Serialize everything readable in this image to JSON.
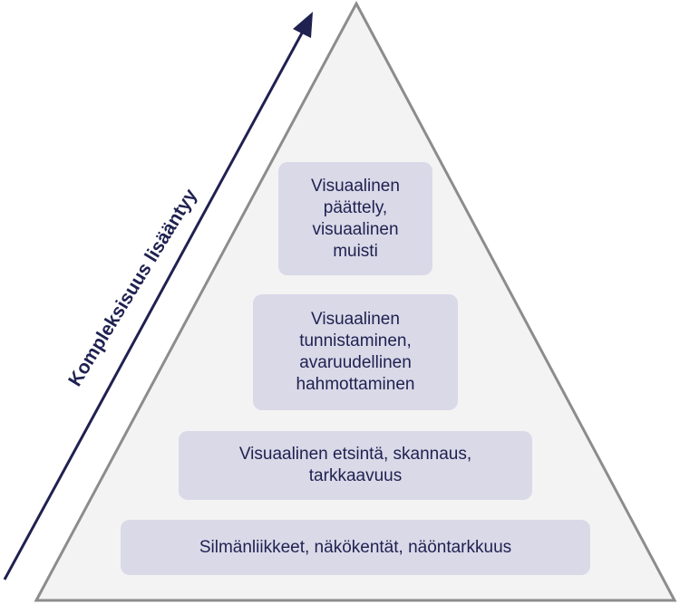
{
  "diagram": {
    "arrow_label": "Kompleksisuus lisääntyy",
    "levels": [
      {
        "text": "Silmänliikkeet, näkökentät, näöntarkkuus"
      },
      {
        "text": "Visuaalinen etsintä, skannaus,\ntarkkaavuus"
      },
      {
        "text": "Visuaalinen\ntunnistaminen,\navaruudellinen\nhahmottaminen"
      },
      {
        "text": "Visuaalinen\npäättely,\nvisuaalinen\nmuisti"
      }
    ],
    "colors": {
      "pyramid_fill": "#f3f3f3",
      "pyramid_stroke": "#8c8c8c",
      "box_fill": "#d9d9e8",
      "text": "#1f2150",
      "arrow": "#1f2150"
    }
  }
}
